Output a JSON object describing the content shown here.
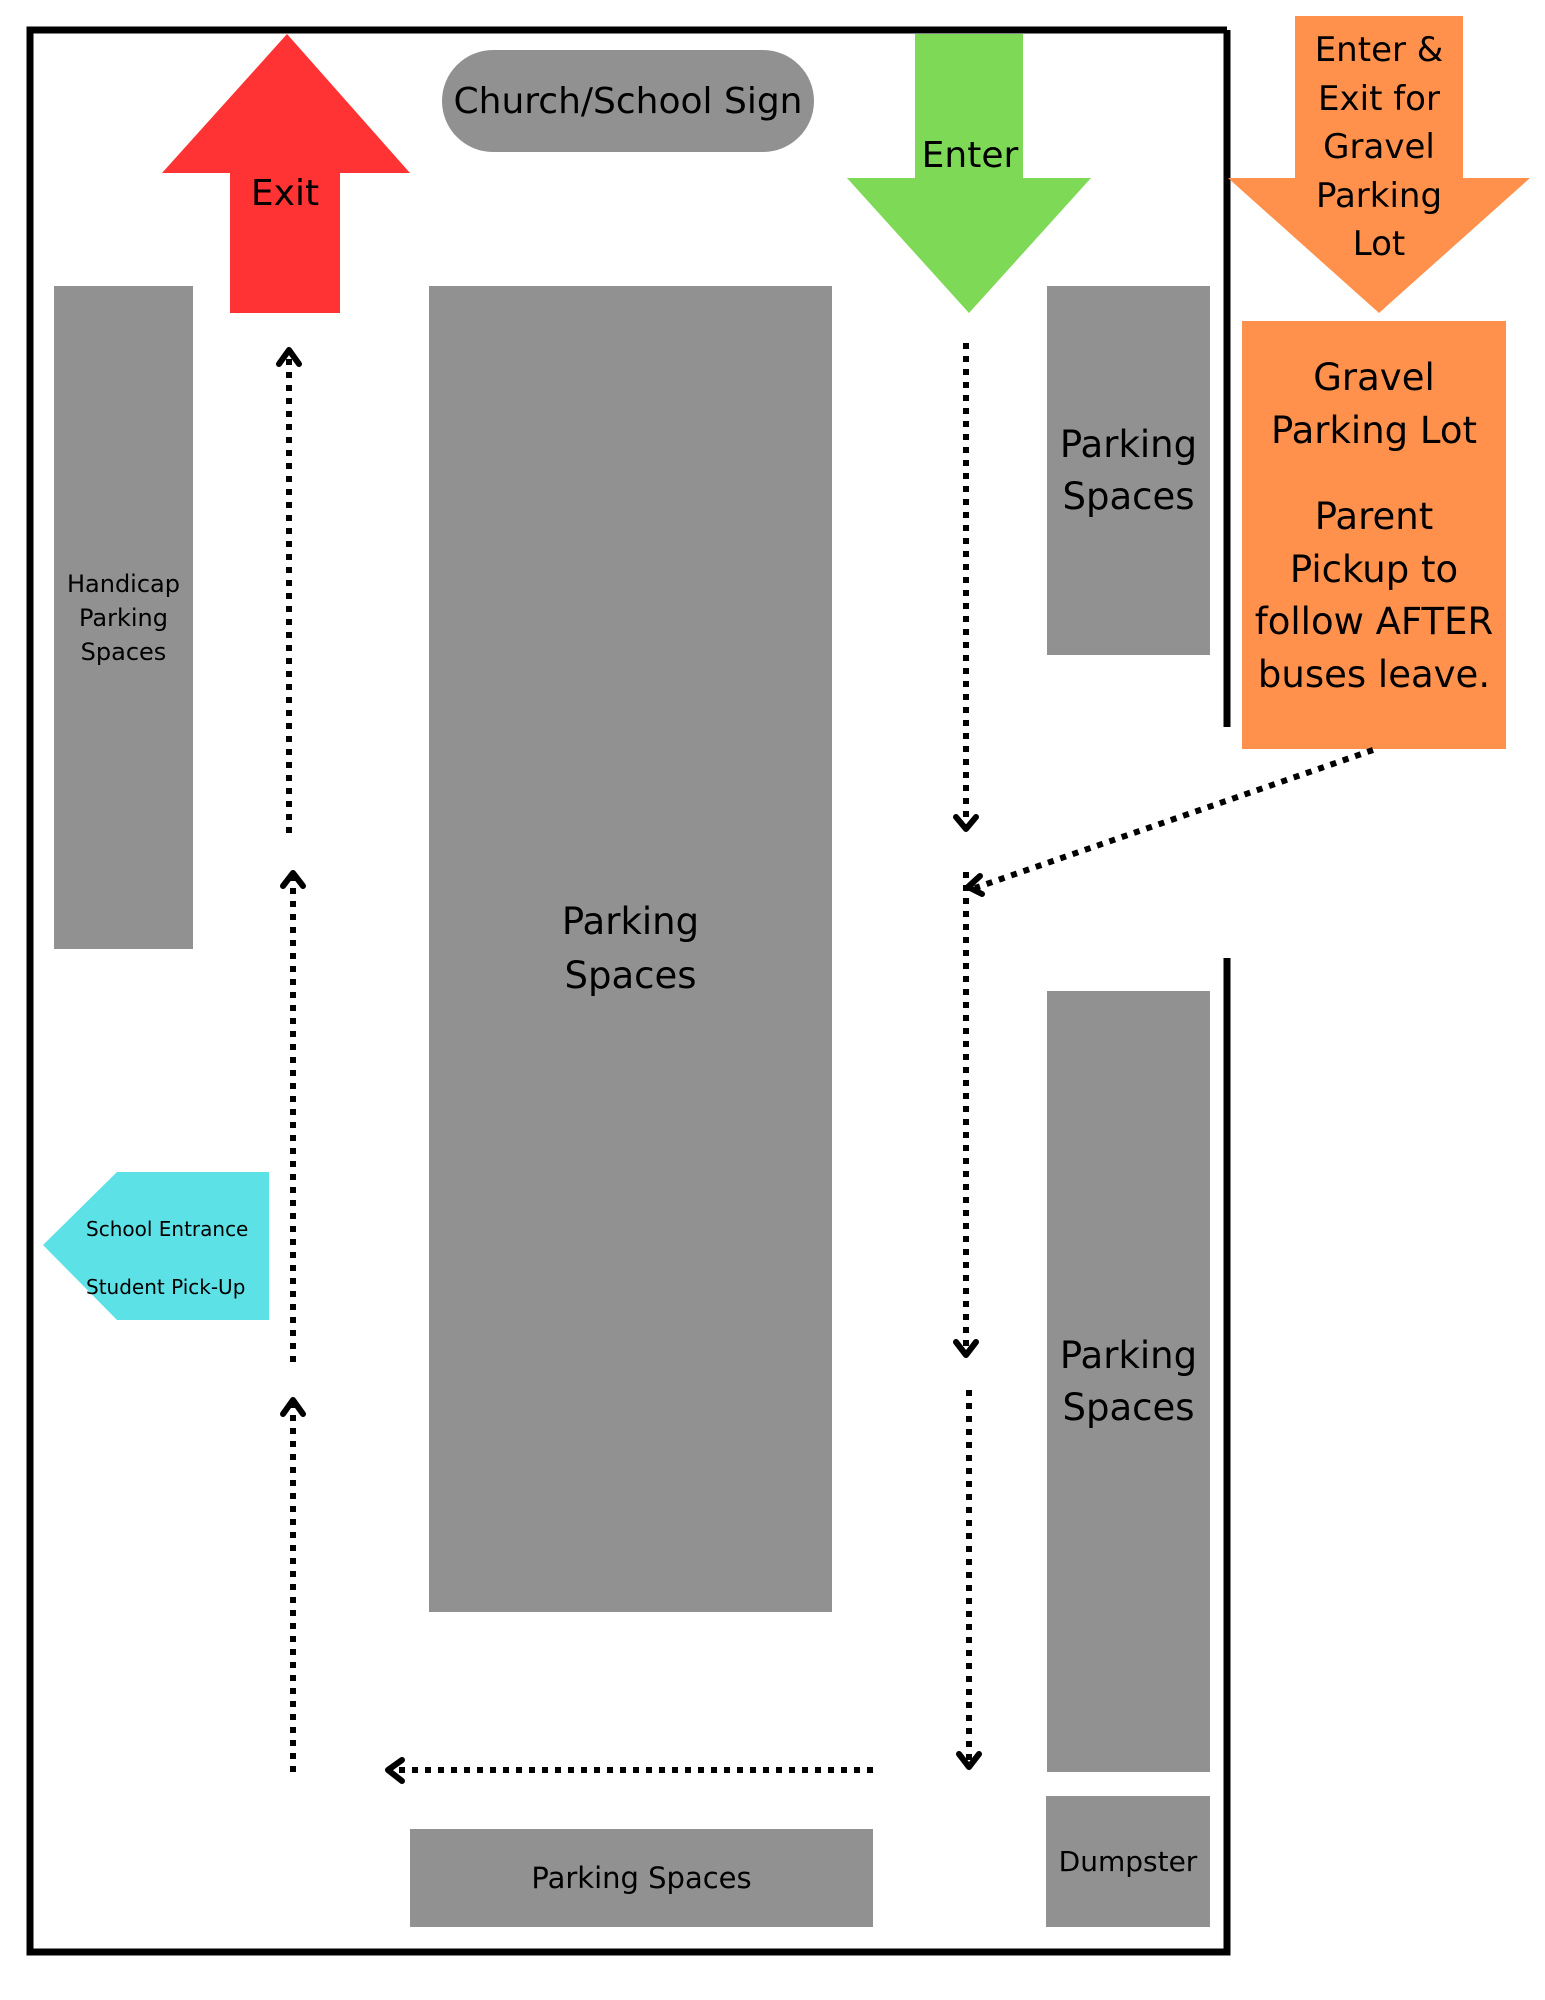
{
  "sign": {
    "label": "Church/School Sign"
  },
  "arrows": {
    "exit": {
      "label": "Exit",
      "color": "#ff3333"
    },
    "enter": {
      "label": "Enter",
      "color": "#7ed957"
    },
    "gravel_entry": {
      "label": "Enter & Exit for Gravel Parking Lot",
      "lines": [
        "Enter &",
        "Exit for",
        "Gravel",
        "Parking",
        "Lot"
      ],
      "color": "#ff914d"
    }
  },
  "gravel_lot": {
    "title_lines": [
      "Gravel",
      "Parking Lot"
    ],
    "note_lines": [
      "Parent",
      "Pickup to",
      "follow AFTER",
      "buses leave."
    ],
    "color": "#ff914d"
  },
  "areas": {
    "handicap": {
      "lines": [
        "Handicap",
        "Parking",
        "Spaces"
      ]
    },
    "center_parking": {
      "lines": [
        "Parking",
        "Spaces"
      ]
    },
    "right_top_parking": {
      "lines": [
        "Parking",
        "Spaces"
      ]
    },
    "right_bottom_parking": {
      "lines": [
        "Parking",
        "Spaces"
      ]
    },
    "bottom_parking": {
      "label": "Parking Spaces"
    },
    "dumpster": {
      "label": "Dumpster"
    }
  },
  "school_entrance": {
    "line1": "School Entrance",
    "line2": "Student Pick-Up",
    "color": "#5ce1e6"
  },
  "colors": {
    "area_gray": "#919191",
    "border": "#000000"
  }
}
